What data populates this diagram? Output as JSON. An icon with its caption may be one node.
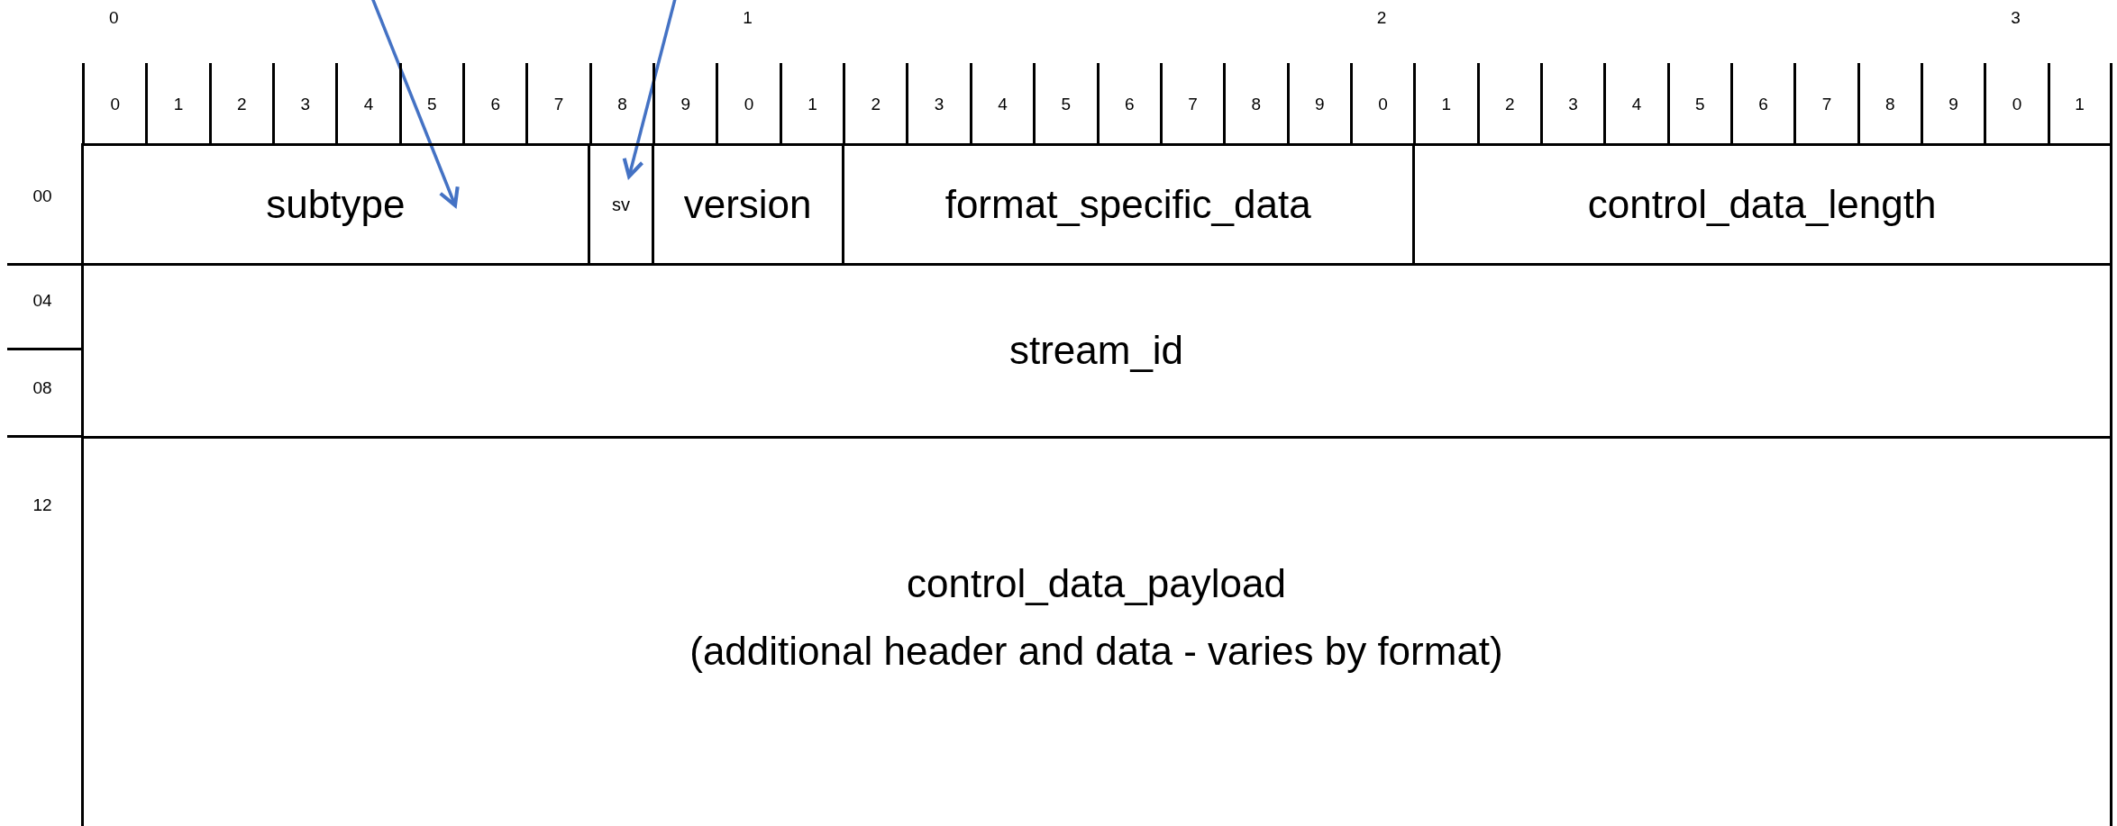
{
  "diagram": {
    "nodes": [
      {
        "text": [
          "subtype"
        ]
      },
      {
        "text": [
          "sv"
        ]
      },
      {
        "text": [
          "version"
        ]
      },
      {
        "text": [
          "format_specific_data"
        ]
      },
      {
        "text": [
          "control_data_length"
        ]
      },
      {
        "text": [
          "stream_id"
        ]
      },
      {
        "text": [
          "control_data_payload",
          "(additional header and data - varies by format)"
        ]
      }
    ],
    "edges": [
      {
        "from": null,
        "to": 0,
        "arrow": "to",
        "color": "#4472c4"
      },
      {
        "from": null,
        "to": 1,
        "arrow": "to",
        "color": "#4472c4"
      }
    ],
    "labels": [
      "0",
      "1",
      "2",
      "3",
      "0",
      "1",
      "2",
      "3",
      "4",
      "5",
      "6",
      "7",
      "8",
      "9",
      "0",
      "1",
      "2",
      "3",
      "4",
      "5",
      "6",
      "7",
      "8",
      "9",
      "0",
      "1",
      "2",
      "3",
      "4",
      "5",
      "6",
      "7",
      "8",
      "9",
      "0",
      "1",
      "00",
      "04",
      "08",
      "12"
    ]
  }
}
